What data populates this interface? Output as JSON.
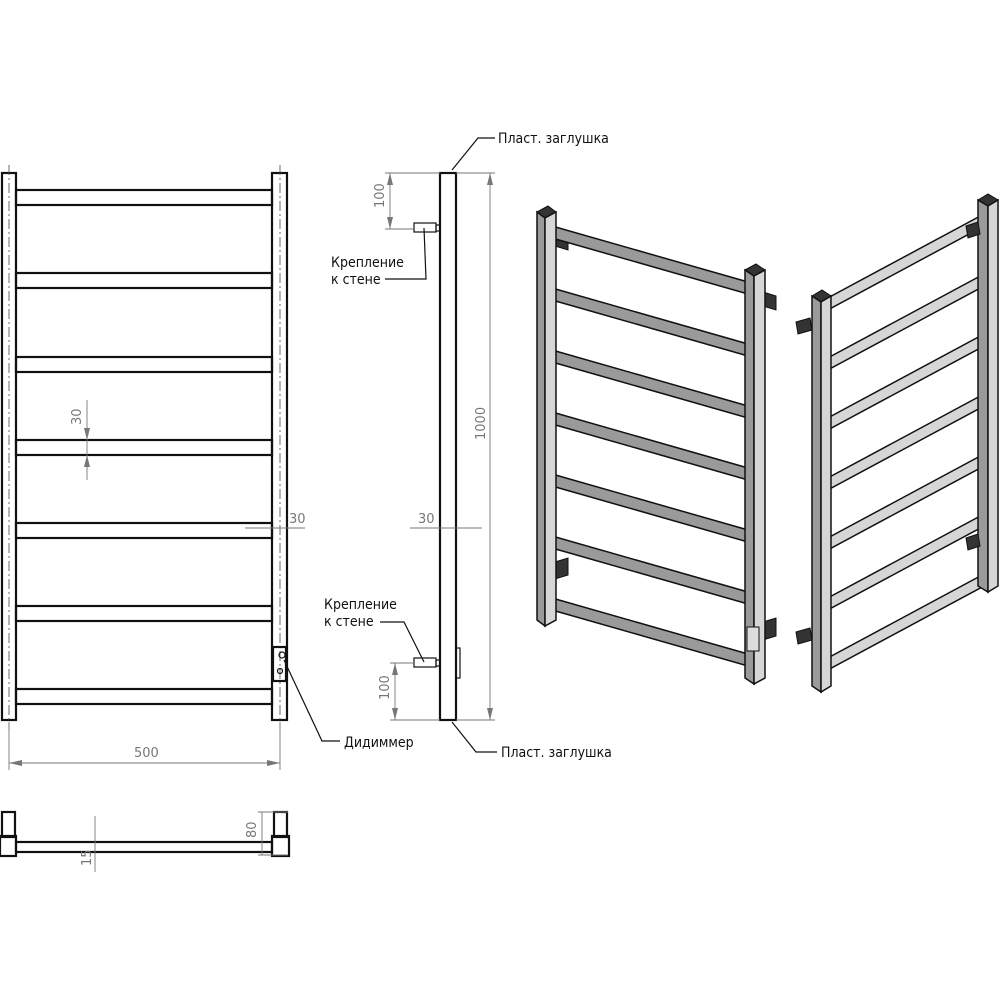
{
  "labels": {
    "plug_top": "Пласт. заглушка",
    "plug_bottom": "Пласт. заглушка",
    "mount_top": [
      "Крепление",
      "к стене"
    ],
    "mount_bottom": [
      "Крепление",
      "к стене"
    ],
    "dimmer": "Дидиммер"
  },
  "dimensions": {
    "width": "500",
    "height": "1000",
    "bar_gap": "30",
    "rail_offset_front": "30",
    "rail_offset_side": "30",
    "mount_top": "100",
    "mount_bottom": "100",
    "depth": "80",
    "bar_thickness": "15"
  }
}
